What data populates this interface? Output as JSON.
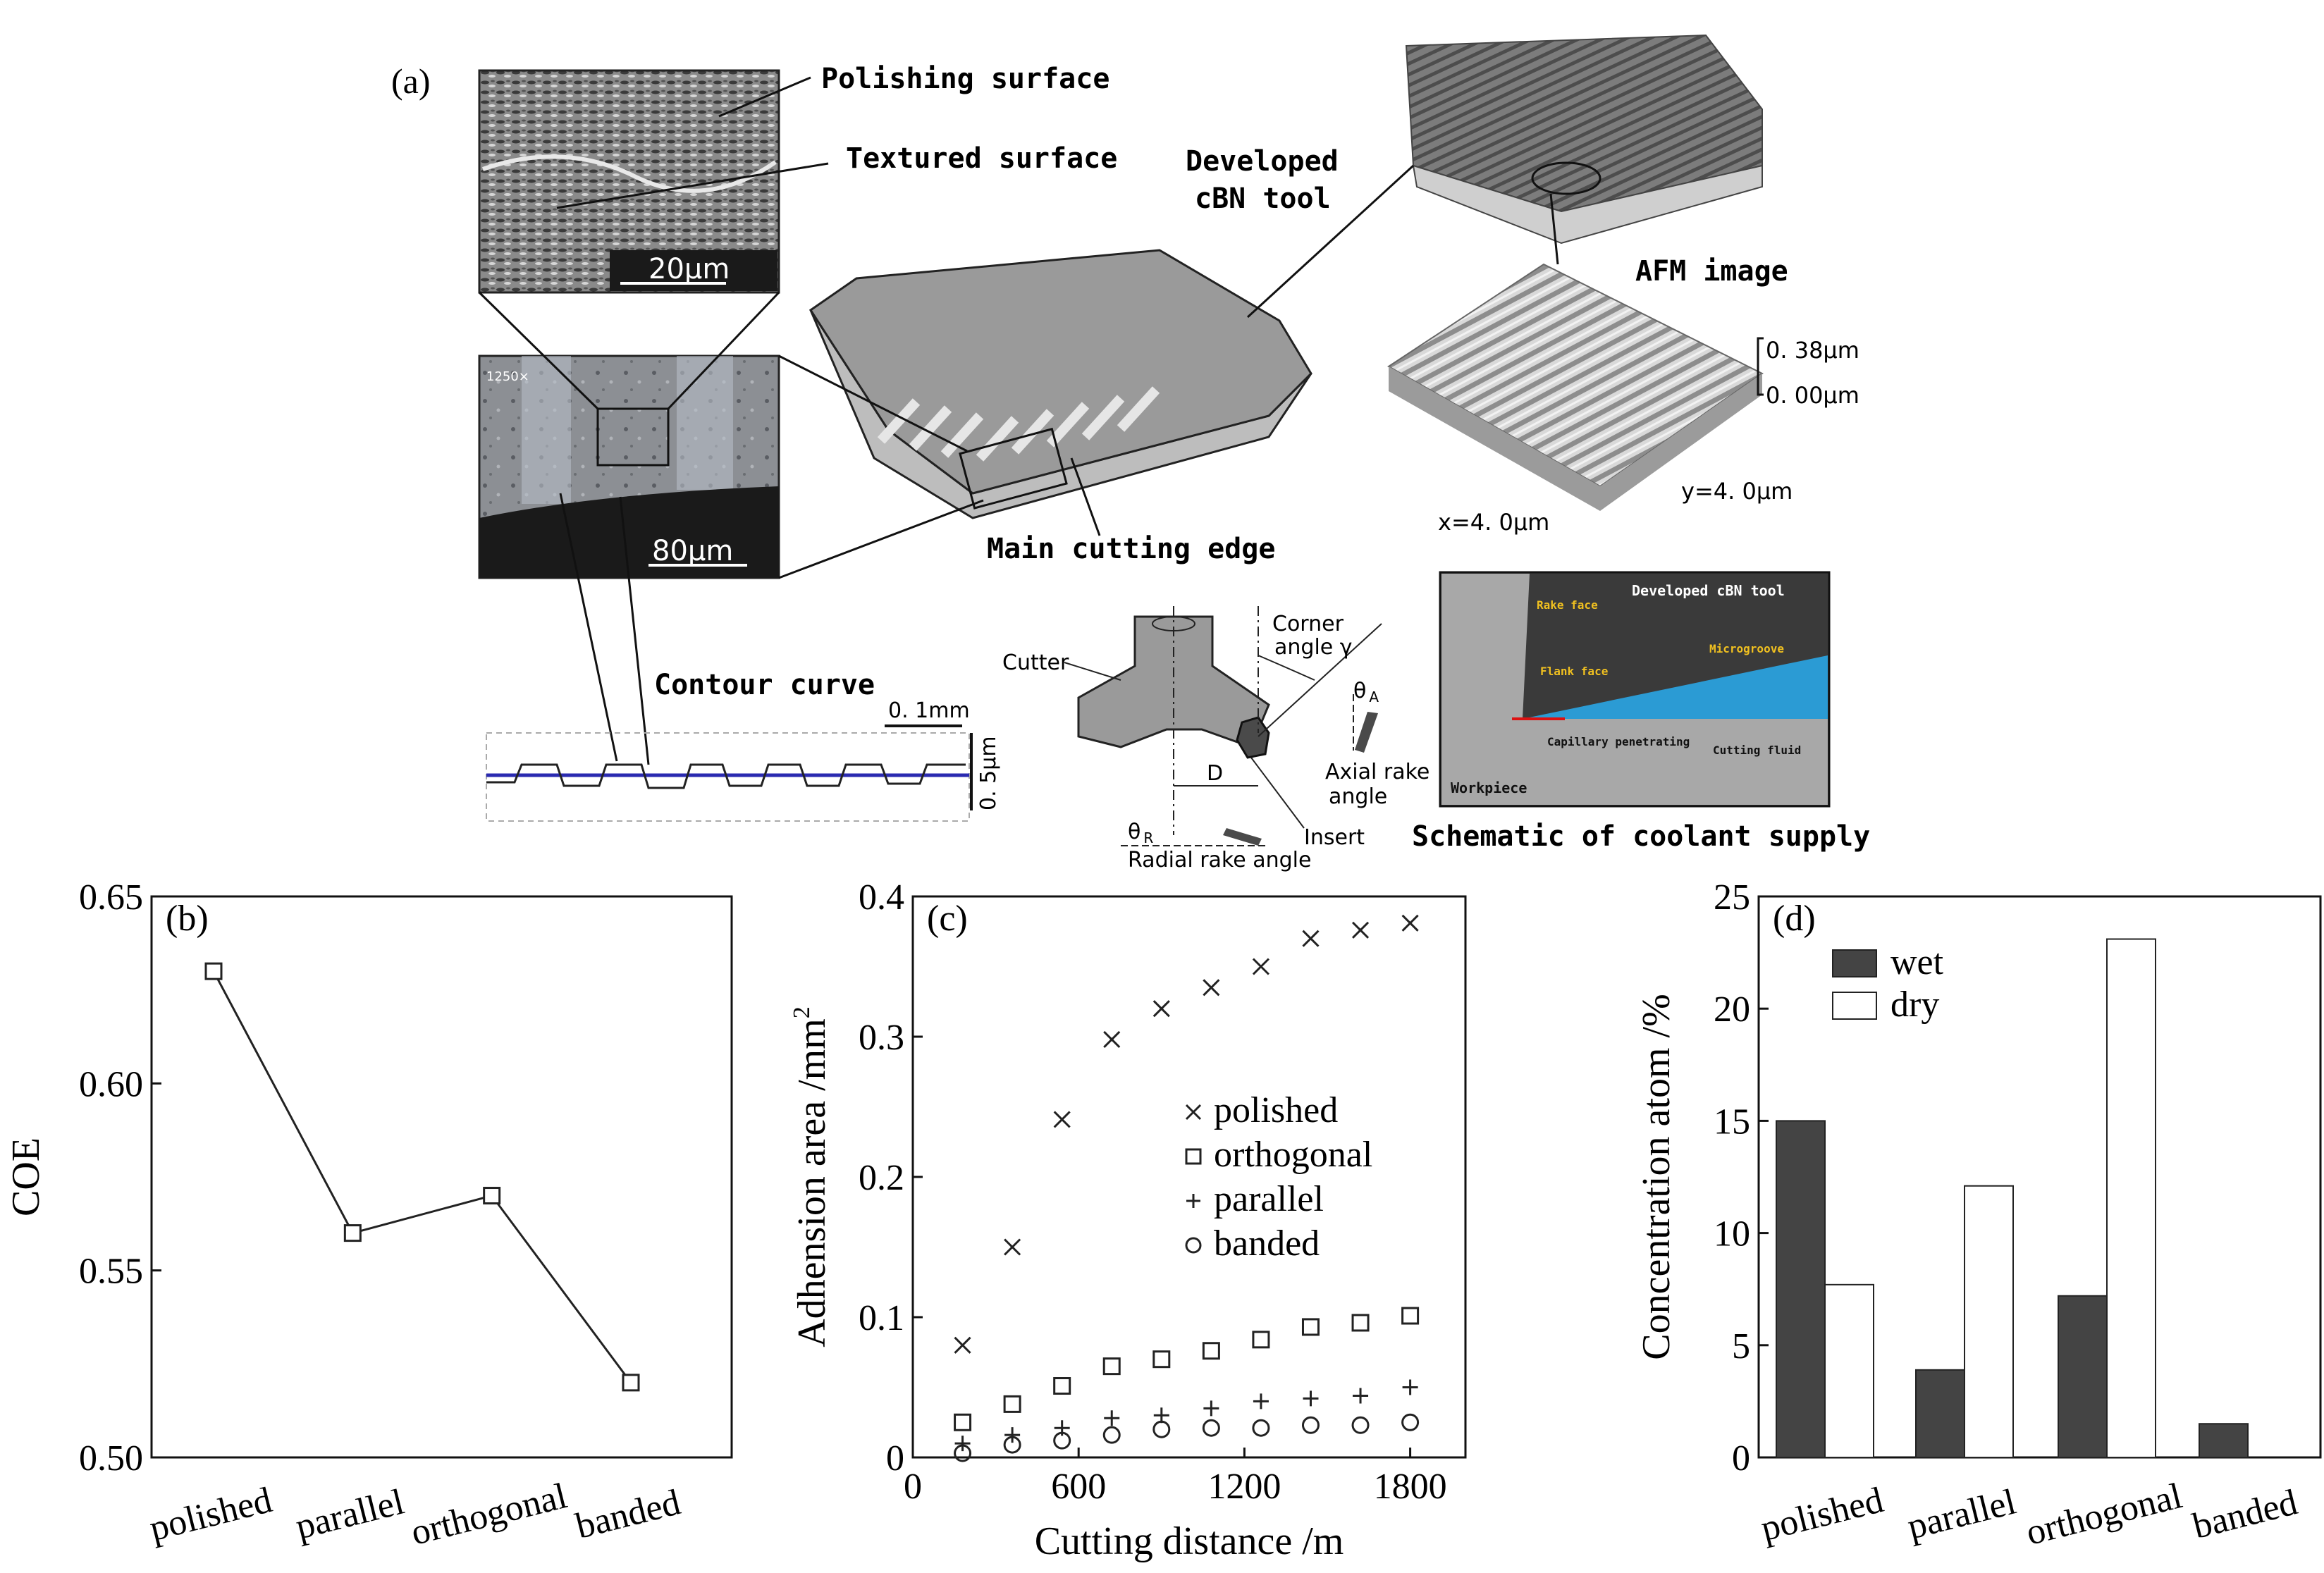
{
  "panel_a": {
    "label": "(a)",
    "polishing_surface": "Polishing surface",
    "textured_surface": "Textured surface",
    "scale_20": "20μm",
    "scale_80": "80μm",
    "developed_tool_1": "Developed",
    "developed_tool_2": "cBN tool",
    "main_cutting_edge": "Main cutting edge",
    "afm_image": "AFM image",
    "afm_z_top": "0. 38μm",
    "afm_z_bottom": "0. 00μm",
    "afm_x": "x=4. 0μm",
    "afm_y": "y=4. 0μm",
    "contour_curve": "Contour curve",
    "contour_scale_x": "0. 1mm",
    "contour_scale_y": "0. 5μm",
    "cutter": "Cutter",
    "corner_angle_1": "Corner",
    "corner_angle_2": "angle γ",
    "theta_a": "θ",
    "theta_a_sub": "A",
    "axial_rake_1": "Axial rake",
    "axial_rake_2": "angle",
    "d_label": "D",
    "theta_r": "θ",
    "theta_r_sub": "R",
    "radial_rake": "Radial rake angle",
    "insert": "Insert",
    "sch_title": "Developed cBN tool",
    "sch_rake_face": "Rake face",
    "sch_flank_face": "Flank face",
    "sch_microgroove": "Microgroove",
    "sch_capillary": "Capillary penetrating",
    "sch_cutting_fluid": "Cutting fluid",
    "sch_workpiece": "Workpiece",
    "sch_caption": "Schematic of coolant supply",
    "micro_tag": "1250×"
  },
  "chart_data": [
    {
      "panel": "(b)",
      "type": "line",
      "categories": [
        "polished",
        "parallel",
        "orthogonal",
        "banded"
      ],
      "values": [
        0.63,
        0.56,
        0.57,
        0.52
      ],
      "xlabel": "",
      "ylabel": "COE",
      "ylim": [
        0.5,
        0.65
      ],
      "yticks": [
        "0.50",
        "0.55",
        "0.60",
        "0.65"
      ],
      "marker": "square"
    },
    {
      "panel": "(c)",
      "type": "scatter",
      "xlabel": "Cutting distance /m",
      "ylabel": "Adhension area /mm",
      "ylabel_sup": "2",
      "xlim": [
        0,
        2000
      ],
      "ylim": [
        0,
        0.4
      ],
      "xticks": [
        "0",
        "600",
        "1200",
        "1800"
      ],
      "xtick_values": [
        0,
        600,
        1200,
        1800
      ],
      "yticks": [
        "0",
        "0.1",
        "0.2",
        "0.3",
        "0.4"
      ],
      "ytick_values": [
        0,
        0.1,
        0.2,
        0.3,
        0.4
      ],
      "x": [
        180,
        360,
        540,
        720,
        900,
        1080,
        1260,
        1440,
        1620,
        1800
      ],
      "legend_position": "center-right",
      "series": [
        {
          "name": "polished",
          "marker": "x",
          "values": [
            0.08,
            0.15,
            0.241,
            0.298,
            0.32,
            0.335,
            0.35,
            0.37,
            0.376,
            0.381
          ]
        },
        {
          "name": "orthogonal",
          "marker": "square",
          "values": [
            0.025,
            0.038,
            0.051,
            0.065,
            0.07,
            0.076,
            0.084,
            0.093,
            0.096,
            0.101
          ]
        },
        {
          "name": "parallel",
          "marker": "plus",
          "values": [
            0.01,
            0.016,
            0.021,
            0.028,
            0.03,
            0.035,
            0.04,
            0.042,
            0.044,
            0.05
          ]
        },
        {
          "name": "banded",
          "marker": "circle",
          "values": [
            0.003,
            0.009,
            0.012,
            0.016,
            0.02,
            0.021,
            0.021,
            0.023,
            0.023,
            0.025
          ]
        }
      ]
    },
    {
      "panel": "(d)",
      "type": "bar",
      "categories": [
        "polished",
        "parallel",
        "orthogonal",
        "banded"
      ],
      "ylabel": "Concentration atom /%",
      "xlabel": "",
      "ylim": [
        0,
        25
      ],
      "yticks": [
        "0",
        "5",
        "10",
        "15",
        "20",
        "25"
      ],
      "legend_position": "top-left",
      "series": [
        {
          "name": "wet",
          "color": "#444444",
          "values": [
            15.0,
            3.9,
            7.2,
            1.5
          ]
        },
        {
          "name": "dry",
          "color": "#ffffff",
          "values": [
            7.7,
            12.1,
            23.1,
            0
          ]
        }
      ]
    }
  ]
}
